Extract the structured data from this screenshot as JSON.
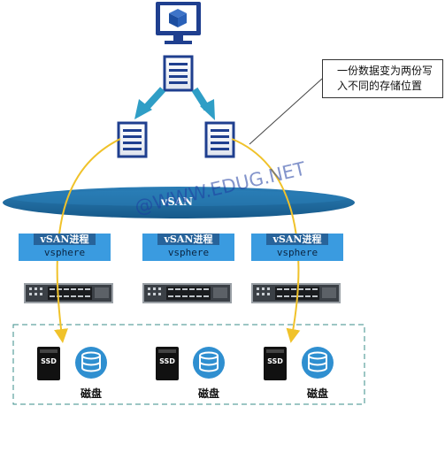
{
  "callout": {
    "line1": "一份数据变为两份写",
    "line2": "入不同的存储位置"
  },
  "cluster": {
    "label": "vSAN"
  },
  "nodes": [
    {
      "process": "vSAN进程",
      "host": "vsphere"
    },
    {
      "process": "vSAN进程",
      "host": "vsphere"
    },
    {
      "process": "vSAN进程",
      "host": "vsphere"
    }
  ],
  "disks": [
    {
      "ssd": "SSD",
      "label": "磁盘"
    },
    {
      "ssd": "SSD",
      "label": "磁盘"
    },
    {
      "ssd": "SSD",
      "label": "磁盘"
    }
  ],
  "watermark": "@WWW.EDUG.NET",
  "colors": {
    "vsan_bar": "#1f6a9e",
    "node_fill": "#3a9be0",
    "node_header": "#27639a",
    "arrow": "#2f9ec6",
    "replication_path": "#f0c22a",
    "monitor": "#1f3f8f",
    "disk_icon": "#2f8fd0",
    "storage_border": "#3a8e8a"
  },
  "icons": [
    "monitor-icon",
    "cube-icon",
    "document-icon",
    "server-icon",
    "ssd-icon",
    "database-icon"
  ]
}
